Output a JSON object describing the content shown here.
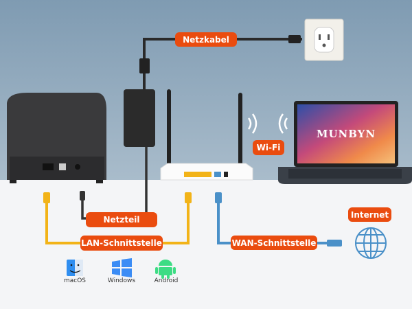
{
  "labels": {
    "power_cable": "Netzkabel",
    "wifi": "Wi-Fi",
    "power_adapter": "Netzteil",
    "lan": "LAN-Schnittstelle",
    "wan": "WAN-Schnittstelle",
    "internet": "Internet"
  },
  "laptop_brand": "MUNBYN",
  "os": [
    {
      "label": "macOS",
      "icon": "macos-finder-icon"
    },
    {
      "label": "Windows",
      "icon": "windows-icon"
    },
    {
      "label": "Android",
      "icon": "android-icon"
    }
  ],
  "colors": {
    "accent": "#ea4c0f",
    "lan_cable": "#f2b318",
    "wan_cable": "#4a90c8",
    "wall": "#8aa5ba",
    "floor": "#f4f5f7"
  }
}
